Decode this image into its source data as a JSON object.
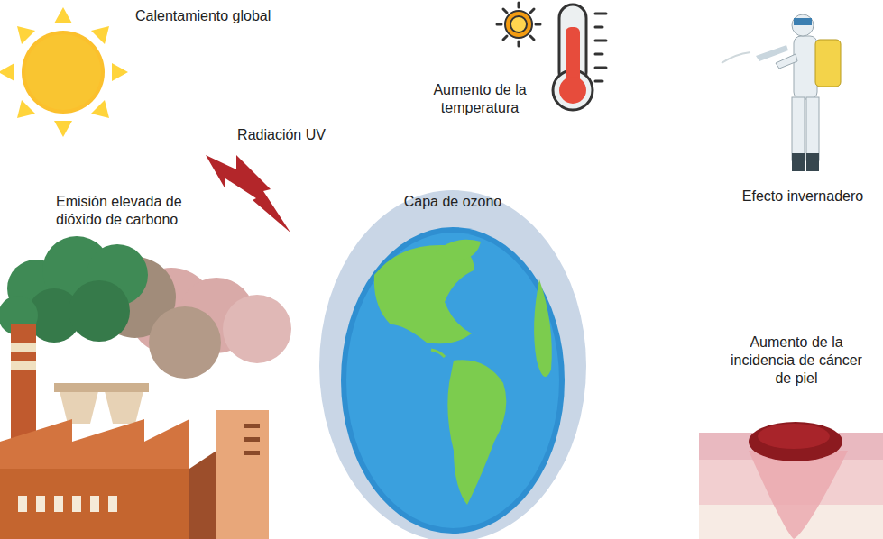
{
  "diagram": {
    "nodes": [
      {
        "text": [
          "Capa de ozono"
        ]
      }
    ],
    "labels": [
      "Calentamiento global",
      "Radiación UV",
      "Aumento de la temperatura",
      "Efecto invernadero",
      "Emisión elevada de dióxido de carbono",
      "Aumento de la incidencia de cáncer de piel"
    ]
  }
}
